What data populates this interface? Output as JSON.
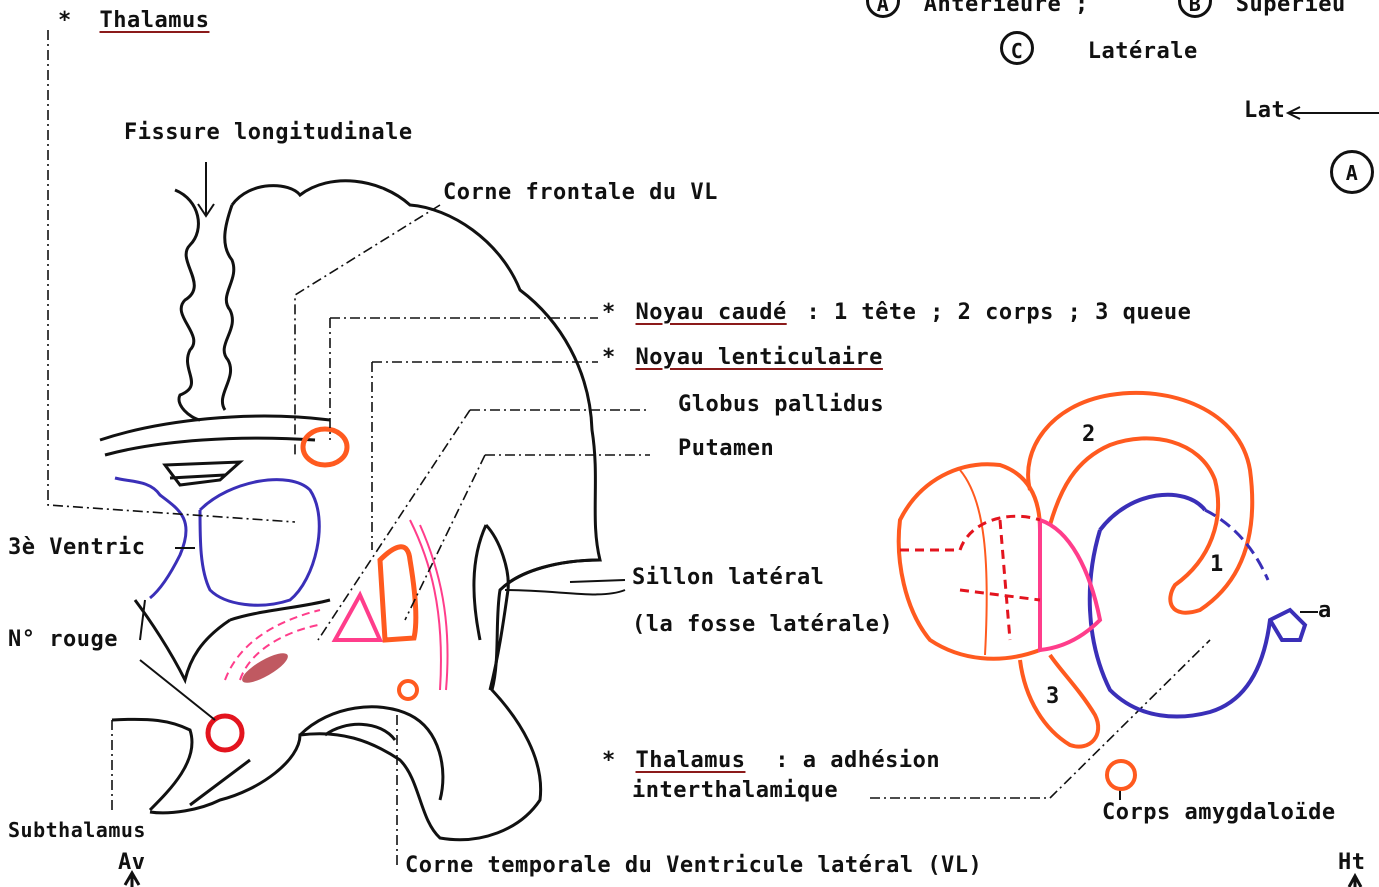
{
  "labels": {
    "thalamus_top": "Thalamus",
    "view_a": "Antérieure ;",
    "view_b": "Supérieu",
    "view_c": "Latérale",
    "circle_a": "A",
    "circle_b": "B",
    "circle_c": "C",
    "lat": "Lat",
    "fissure": "Fissure longitudinale",
    "corne_frontale": "Corne frontale du VL",
    "noyau_caude": "Noyau caudé",
    "noyau_caude_detail": ": 1  tête ;  2  corps ;  3  queue",
    "noyau_lenticulaire": "Noyau lenticulaire",
    "globus": "Globus  pallidus",
    "putamen": "Putamen",
    "ventric3": "3è Ventric",
    "sillon": "Sillon latéral",
    "fosse": "(la fosse latérale)",
    "no_rouge": "N° rouge",
    "thalamus_bottom": "Thalamus",
    "adhesion": ":  a  adhésion",
    "interthal": "interthalamique",
    "corps_amyg": "Corps amygdaloïde",
    "subthalamus": "Subthalamus",
    "av": "Av",
    "corne_temporale": "Corne temporale du Ventricule latéral (VL)",
    "ht": "Ht",
    "star": "*",
    "num1": "1",
    "num2": "2",
    "num3": "3",
    "letter_a": "a"
  },
  "colors": {
    "ink": "#111111",
    "orange": "#ff5a1f",
    "blue": "#3a2fb8",
    "pink": "#ff3d8b",
    "red": "#e3141e",
    "maroon": "#b0303a",
    "underline": "#8b1a1a"
  }
}
